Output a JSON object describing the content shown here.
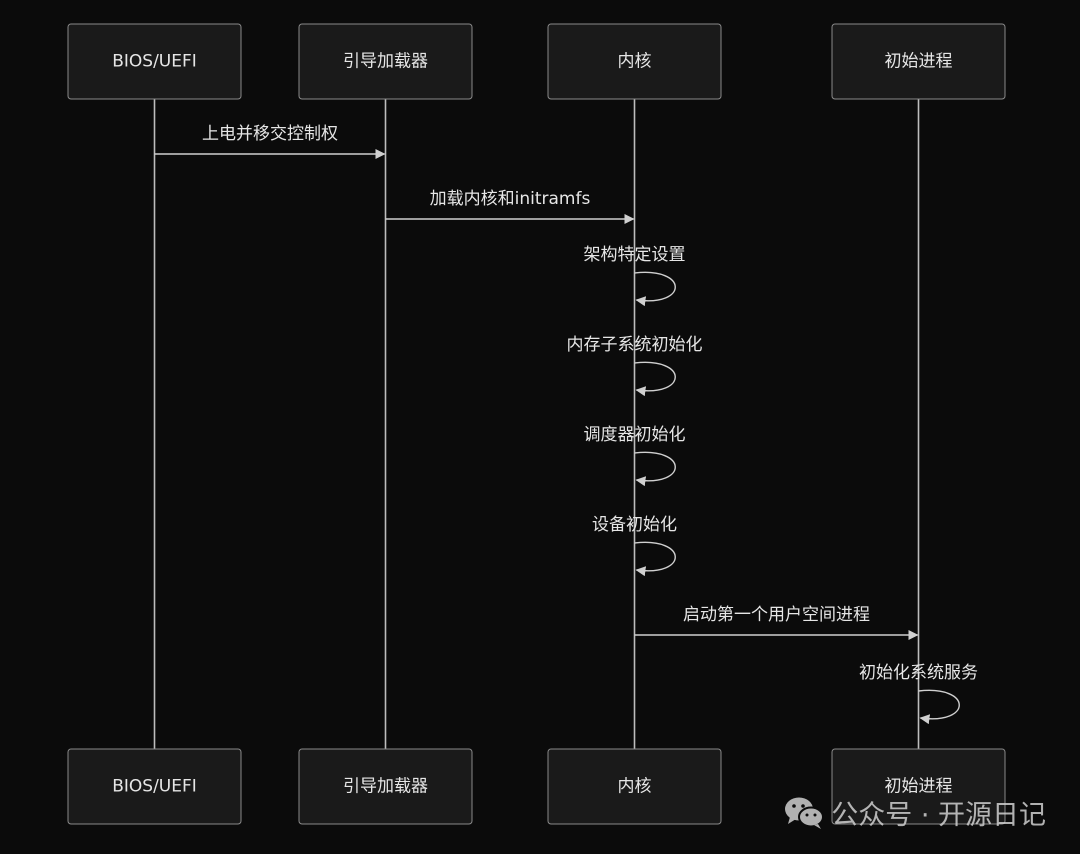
{
  "actors": [
    {
      "id": "bios",
      "label": "BIOS/UEFI"
    },
    {
      "id": "loader",
      "label": "引导加载器"
    },
    {
      "id": "kernel",
      "label": "内核"
    },
    {
      "id": "init",
      "label": "初始进程"
    }
  ],
  "messages": [
    {
      "from": "bios",
      "to": "loader",
      "label": "上电并移交控制权"
    },
    {
      "from": "loader",
      "to": "kernel",
      "label": "加载内核和initramfs"
    },
    {
      "from": "kernel",
      "to": "kernel",
      "label": "架构特定设置"
    },
    {
      "from": "kernel",
      "to": "kernel",
      "label": "内存子系统初始化"
    },
    {
      "from": "kernel",
      "to": "kernel",
      "label": "调度器初始化"
    },
    {
      "from": "kernel",
      "to": "kernel",
      "label": "设备初始化"
    },
    {
      "from": "kernel",
      "to": "init",
      "label": "启动第一个用户空间进程"
    },
    {
      "from": "init",
      "to": "init",
      "label": "初始化系统服务"
    }
  ],
  "watermark": {
    "text": "公众号 · 开源日记",
    "icon": "wechat-icon"
  },
  "colors": {
    "background": "#0b0b0b",
    "box_fill": "#1a1a1a",
    "box_stroke": "#8a8a8a",
    "line": "#d0d0d0",
    "text": "#e6e6e6"
  }
}
